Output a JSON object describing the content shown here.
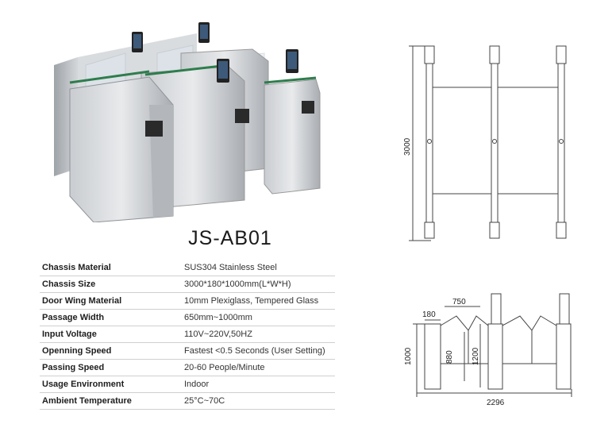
{
  "product": {
    "model": "JS-AB01"
  },
  "specs": [
    {
      "label": "Chassis Material",
      "value": "SUS304 Stainless Steel"
    },
    {
      "label": "Chassis Size",
      "value": "3000*180*1000mm(L*W*H)"
    },
    {
      "label": "Door Wing Material",
      "value": "10mm Plexiglass, Tempered Glass"
    },
    {
      "label": "Passage Width",
      "value": "650mm~1000mm"
    },
    {
      "label": "Input Voltage",
      "value": "110V~220V,50HZ"
    },
    {
      "label": "Openning Speed",
      "value": "Fastest <0.5 Seconds (User Setting)"
    },
    {
      "label": "Passing Speed",
      "value": "20-60 People/Minute"
    },
    {
      "label": "Usage Environment",
      "value": "Indoor"
    },
    {
      "label": "Ambient Temperature",
      "value": "25°C~70C"
    }
  ],
  "top_view": {
    "length_dim": "3000"
  },
  "side_view": {
    "width_180": "180",
    "width_750": "750",
    "height_1000": "1000",
    "height_880": "880",
    "height_1200": "1200",
    "total_2296": "2296"
  }
}
